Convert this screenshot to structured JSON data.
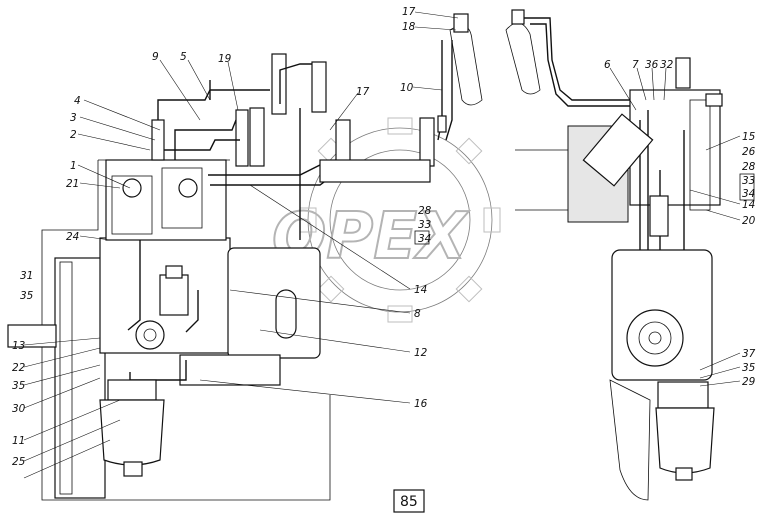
{
  "page_number": "85",
  "watermark": "OPEX",
  "callouts_left": [
    "1",
    "2",
    "3",
    "4",
    "9",
    "5",
    "19",
    "21",
    "24",
    "31",
    "35",
    "13",
    "22",
    "35",
    "30",
    "11",
    "25"
  ],
  "callouts_center": [
    "17",
    "18",
    "10",
    "17",
    "28",
    "33",
    "34",
    "14",
    "8",
    "12",
    "16"
  ],
  "callouts_right": [
    "6",
    "7",
    "36",
    "32",
    "15",
    "26",
    "28",
    "33",
    "34",
    "14",
    "20",
    "37",
    "35",
    "29"
  ],
  "colors": {
    "line": "#111111",
    "background": "#ffffff",
    "watermark": "#777777"
  }
}
